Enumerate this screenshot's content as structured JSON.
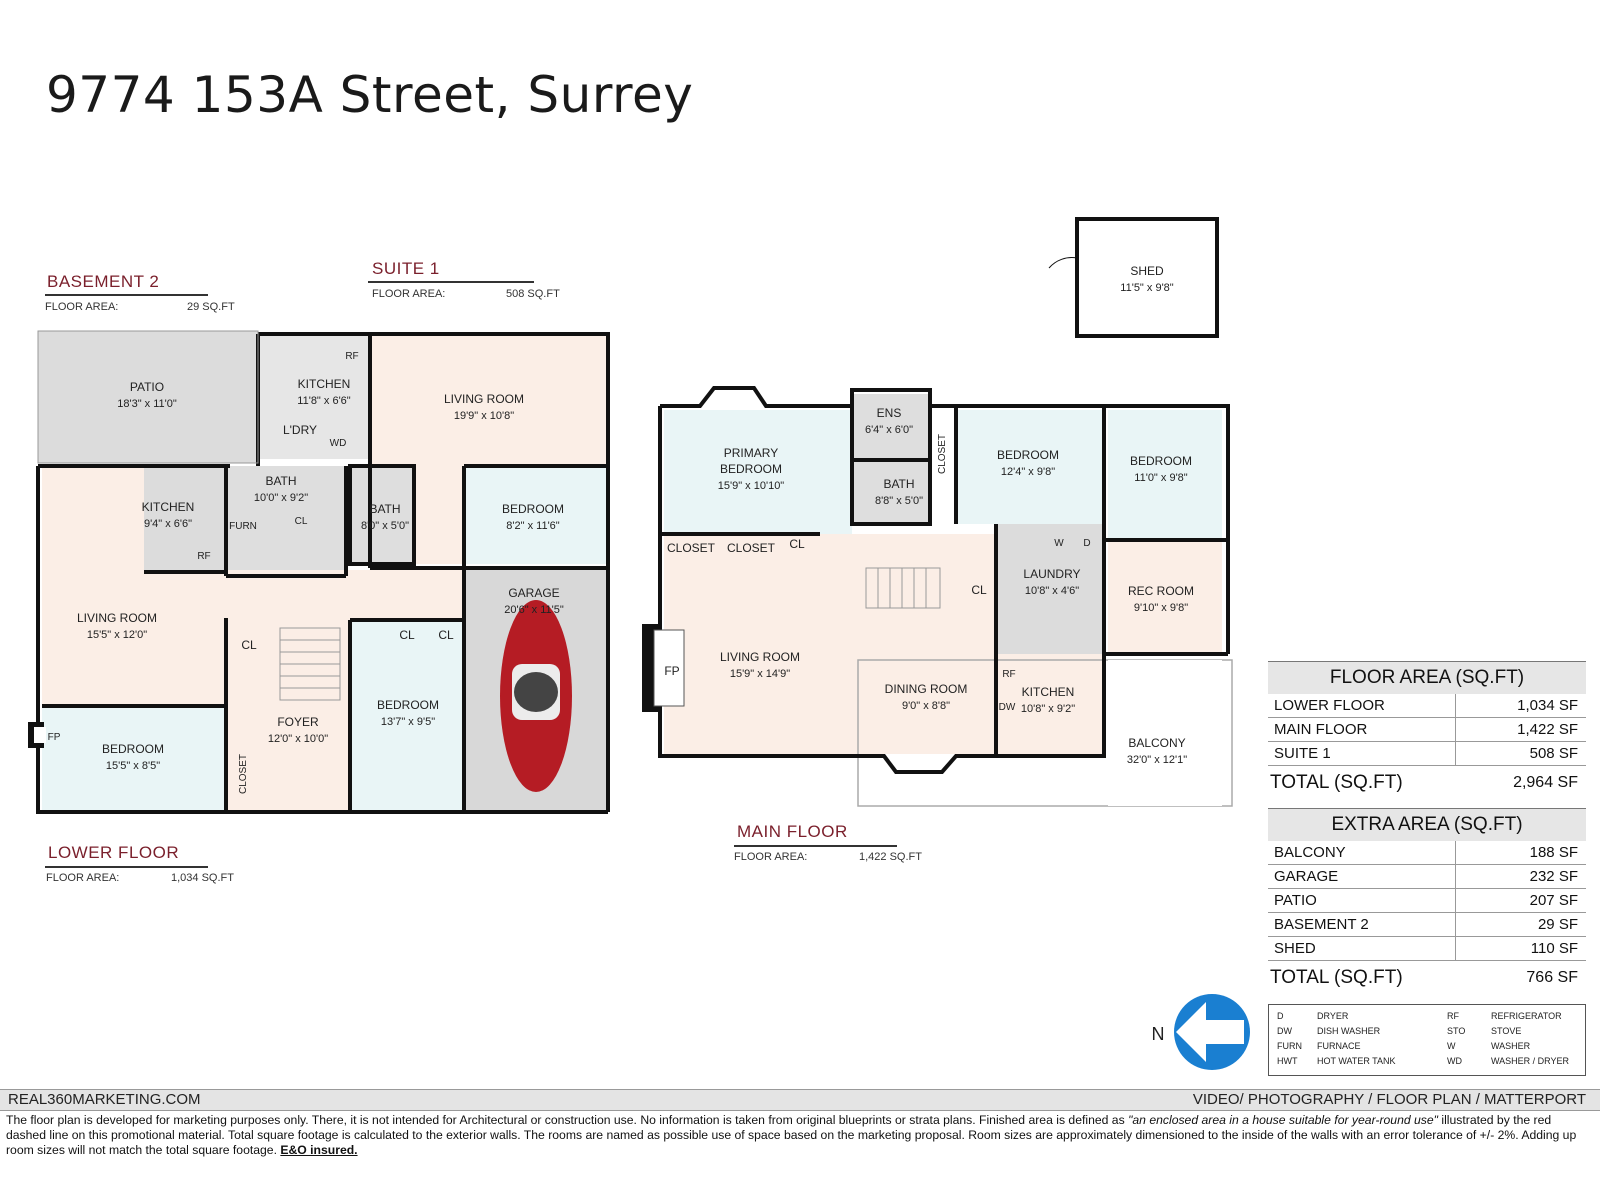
{
  "title": "9774 153A Street, Surrey",
  "sections": {
    "basement2": {
      "label": "BASEMENT 2",
      "area_label": "FLOOR AREA:",
      "area_value": "29 SQ.FT"
    },
    "suite1": {
      "label": "SUITE 1",
      "area_label": "FLOOR AREA:",
      "area_value": "508 SQ.FT"
    },
    "lower": {
      "label": "LOWER FLOOR",
      "area_label": "FLOOR AREA:",
      "area_value": "1,034 SQ.FT"
    },
    "main": {
      "label": "MAIN FLOOR",
      "area_label": "FLOOR AREA:",
      "area_value": "1,422 SQ.FT"
    }
  },
  "rooms": {
    "patio": {
      "name": "PATIO",
      "dim": "18'3\" x 11'0\""
    },
    "suite_kitchen": {
      "name": "KITCHEN",
      "dim": "11'8\" x 6'6\""
    },
    "suite_living": {
      "name": "LIVING ROOM",
      "dim": "19'9\" x 10'8\""
    },
    "laundry_small": {
      "name": "L'DRY"
    },
    "wd_small": {
      "name": "WD"
    },
    "rf_suite": {
      "name": "RF"
    },
    "lower_kitchen": {
      "name": "KITCHEN",
      "dim": "9'4\" x 6'6\""
    },
    "lower_bath1": {
      "name": "BATH",
      "dim": "10'0\" x 9'2\""
    },
    "lower_bath2": {
      "name": "BATH",
      "dim": "8'0\" x 5'0\""
    },
    "suite_bedroom": {
      "name": "BEDROOM",
      "dim": "8'2\" x 11'6\""
    },
    "furn": {
      "name": "FURN"
    },
    "cl_a": {
      "name": "CL"
    },
    "rf_lower": {
      "name": "RF"
    },
    "garage": {
      "name": "GARAGE",
      "dim": "20'6\" x 11'5\""
    },
    "lower_living": {
      "name": "LIVING ROOM",
      "dim": "15'5\" x 12'0\""
    },
    "cl_b": {
      "name": "CL"
    },
    "cl_c": {
      "name": "CL"
    },
    "cl_d": {
      "name": "CL"
    },
    "foyer": {
      "name": "FOYER",
      "dim": "12'0\" x 10'0\""
    },
    "lower_bedroom2": {
      "name": "BEDROOM",
      "dim": "13'7\" x 9'5\""
    },
    "lower_bedroom1": {
      "name": "BEDROOM",
      "dim": "15'5\" x 8'5\""
    },
    "fp_lower": {
      "name": "FP"
    },
    "closet_lower": {
      "name": "CLOSET"
    },
    "shed": {
      "name": "SHED",
      "dim": "11'5\" x 9'8\""
    },
    "ens": {
      "name": "ENS",
      "dim": "6'4\" x 6'0\""
    },
    "primary": {
      "name": "PRIMARY",
      "name2": "BEDROOM",
      "dim": "15'9\" x 10'10\""
    },
    "main_bath": {
      "name": "BATH",
      "dim": "8'8\" x 5'0\""
    },
    "closet_v": {
      "name": "CLOSET"
    },
    "main_bed2": {
      "name": "BEDROOM",
      "dim": "12'4\" x 9'8\""
    },
    "main_bed3": {
      "name": "BEDROOM",
      "dim": "11'0\" x 9'8\""
    },
    "closet1": {
      "name": "CLOSET"
    },
    "closet2": {
      "name": "CLOSET"
    },
    "cl_main1": {
      "name": "CL"
    },
    "cl_main2": {
      "name": "CL"
    },
    "laundry": {
      "name": "LAUNDRY",
      "dim": "10'8\" x 4'6\""
    },
    "w": {
      "name": "W"
    },
    "d": {
      "name": "D"
    },
    "rec": {
      "name": "REC ROOM",
      "dim": "9'10\" x 9'8\""
    },
    "main_living": {
      "name": "LIVING ROOM",
      "dim": "15'9\" x 14'9\""
    },
    "fp_main": {
      "name": "FP"
    },
    "dining": {
      "name": "DINING ROOM",
      "dim": "9'0\" x 8'8\""
    },
    "main_kitchen": {
      "name": "KITCHEN",
      "dim": "10'8\" x 9'2\""
    },
    "rf_main": {
      "name": "RF"
    },
    "dw": {
      "name": "DW"
    },
    "balcony": {
      "name": "BALCONY",
      "dim": "32'0\" x 12'1\""
    }
  },
  "compass": {
    "label": "N"
  },
  "floor_area_table": {
    "header": "FLOOR AREA (SQ.FT)",
    "rows": [
      {
        "label": "LOWER FLOOR",
        "value": "1,034 SF"
      },
      {
        "label": "MAIN FLOOR",
        "value": "1,422 SF"
      },
      {
        "label": "SUITE 1",
        "value": "508 SF"
      }
    ],
    "total_label": "TOTAL (SQ.FT)",
    "total_value": "2,964 SF"
  },
  "extra_area_table": {
    "header": "EXTRA AREA (SQ.FT)",
    "rows": [
      {
        "label": "BALCONY",
        "value": "188 SF"
      },
      {
        "label": "GARAGE",
        "value": "232 SF"
      },
      {
        "label": "PATIO",
        "value": "207 SF"
      },
      {
        "label": "BASEMENT 2",
        "value": "29 SF"
      },
      {
        "label": "SHED",
        "value": "110 SF"
      }
    ],
    "total_label": "TOTAL (SQ.FT)",
    "total_value": "766 SF"
  },
  "legend": [
    {
      "abbr": "D",
      "meaning": "DRYER"
    },
    {
      "abbr": "DW",
      "meaning": "DISH WASHER"
    },
    {
      "abbr": "FURN",
      "meaning": "FURNACE"
    },
    {
      "abbr": "HWT",
      "meaning": "HOT WATER TANK"
    },
    {
      "abbr": "RF",
      "meaning": "REFRIGERATOR"
    },
    {
      "abbr": "STO",
      "meaning": "STOVE"
    },
    {
      "abbr": "W",
      "meaning": "WASHER"
    },
    {
      "abbr": "WD",
      "meaning": "WASHER / DRYER"
    }
  ],
  "footer": {
    "left": "REAL360MARKETING.COM",
    "right": "VIDEO/ PHOTOGRAPHY / FLOOR PLAN / MATTERPORT"
  },
  "disclaimer": {
    "part1": "The floor plan is developed for marketing purposes only. There, it is not intended for Architectural or construction use. No information is  taken from original blueprints or strata plans. Finished area is defined as ",
    "quote": "\"an enclosed area in a house suitable for year-round use\"",
    "part2": " illustrated by the red dashed line on this promotional material. Total square footage is calculated to the exterior walls. The rooms are named as possible use of space based on the marketing proposal. Room sizes are approximately dimensioned to the inside of the walls with an error tolerance of +/- 2%. Adding up room sizes will not match the total square footage. ",
    "eo": "E&O insured."
  },
  "colors": {
    "section_label": "#7a1f2b",
    "living": "#fbeee6",
    "bedroom": "#e9f5f6",
    "service": "#d9d9d9",
    "wall": "#111111",
    "car": "#b51c24",
    "compass": "#1a7fd1"
  }
}
